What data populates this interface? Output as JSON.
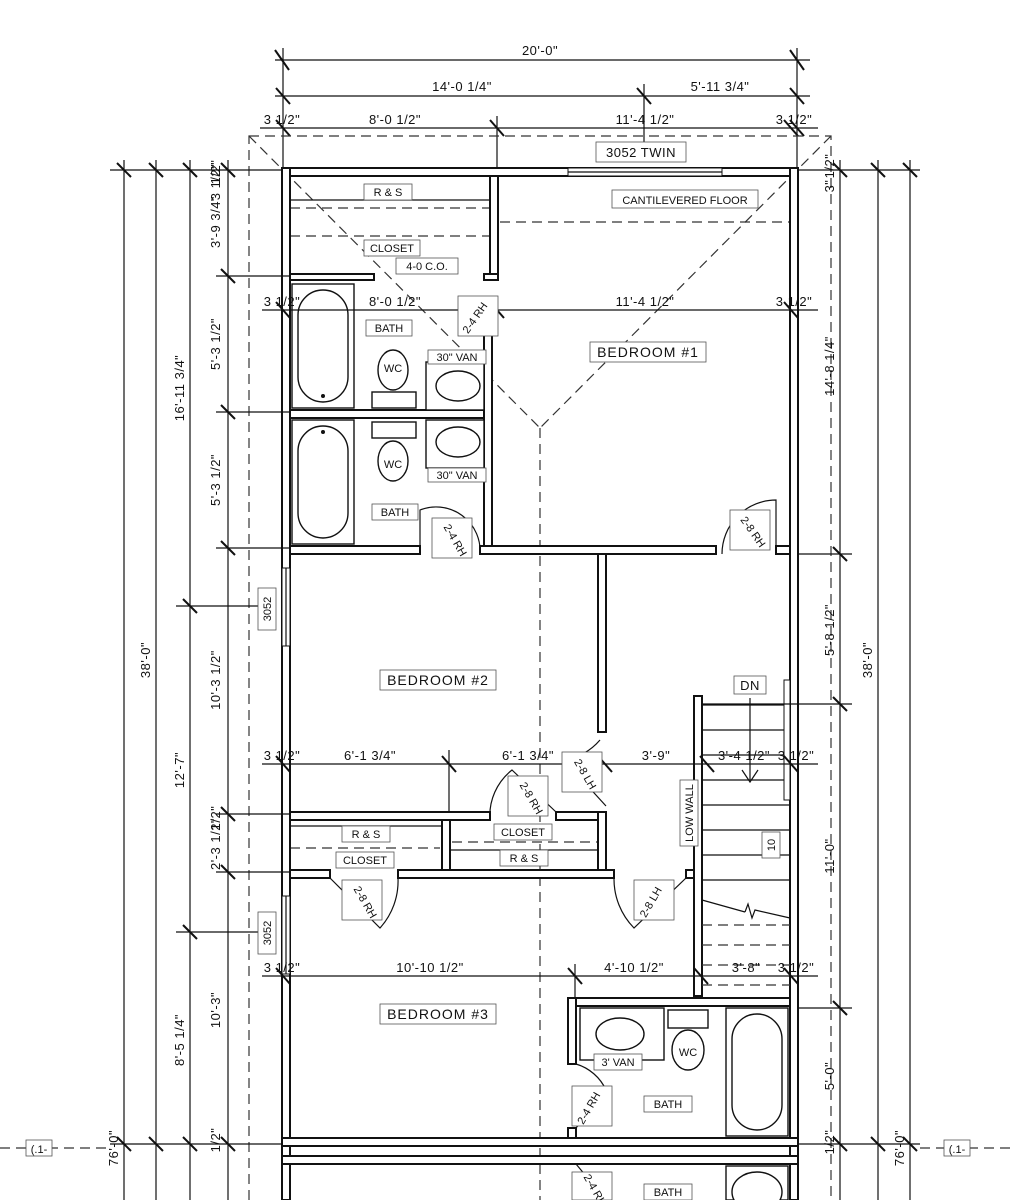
{
  "dims": {
    "overall_width": "20'-0\"",
    "upper_left": "14'-0 1/4\"",
    "upper_right": "5'-11 3/4\"",
    "row1": [
      "3 1/2\"",
      "8'-0 1/2\"",
      "11'-4 1/2\"",
      "3 1/2\""
    ],
    "row2": [
      "3 1/2\"",
      "8'-0 1/2\"",
      "11'-4 1/2\"",
      "3 1/2\""
    ],
    "row3": [
      "3 1/2\"",
      "6'-1 3/4\"",
      "6'-1 3/4\"",
      "3'-9\"",
      "3'-4 1/2\"",
      "3 1/2\""
    ],
    "row4": [
      "3 1/2\"",
      "10'-10 1/2\"",
      "4'-10 1/2\"",
      "3'-8\"",
      "3 1/2\""
    ],
    "left_inner": [
      "1/2\"",
      "3'-9 3/4\"",
      "3 1/2\"",
      "5'-3 1/2\"",
      "5'-3 1/2\"",
      "10'-3 1/2\"",
      "1/2\"",
      "2'-3 1/2\"",
      "10'-3\"",
      "1/2\""
    ],
    "left_mid": [
      "16'-11 3/4\"",
      "12'-7\"",
      "8'-5 1/4\""
    ],
    "left_outer": "38'-0\"",
    "left_far": "76'-0\"",
    "right_inner": [
      "1/2\"",
      "3\"",
      "14'-8 1/4\"",
      "5'-8 1/2\"",
      "11'-0\"",
      "5'-0\"",
      "1/2\""
    ],
    "right_outer": "38'-0\"",
    "right_far": "76'-0\""
  },
  "labels": {
    "window_top": "3052 TWIN",
    "cantilevered": "CANTILEVERED FLOOR",
    "rs1": "R & S",
    "closet1": "CLOSET",
    "door_40co": "4-0 C.O.",
    "bath": "BATH",
    "wc": "WC",
    "van30": "30\" VAN",
    "van3": "3' VAN",
    "bedroom1": "BEDROOM #1",
    "bedroom2": "BEDROOM #2",
    "bedroom3": "BEDROOM #3",
    "window_side": "3052",
    "closet": "CLOSET",
    "rs": "R & S",
    "low_wall": "LOW WALL",
    "dn": "DN",
    "door_24rh": "2-4 RH",
    "door_28rh": "2-8 RH",
    "door_28lh": "2-8 LH",
    "stair_10": "10",
    "section_mark": "(.1-"
  }
}
